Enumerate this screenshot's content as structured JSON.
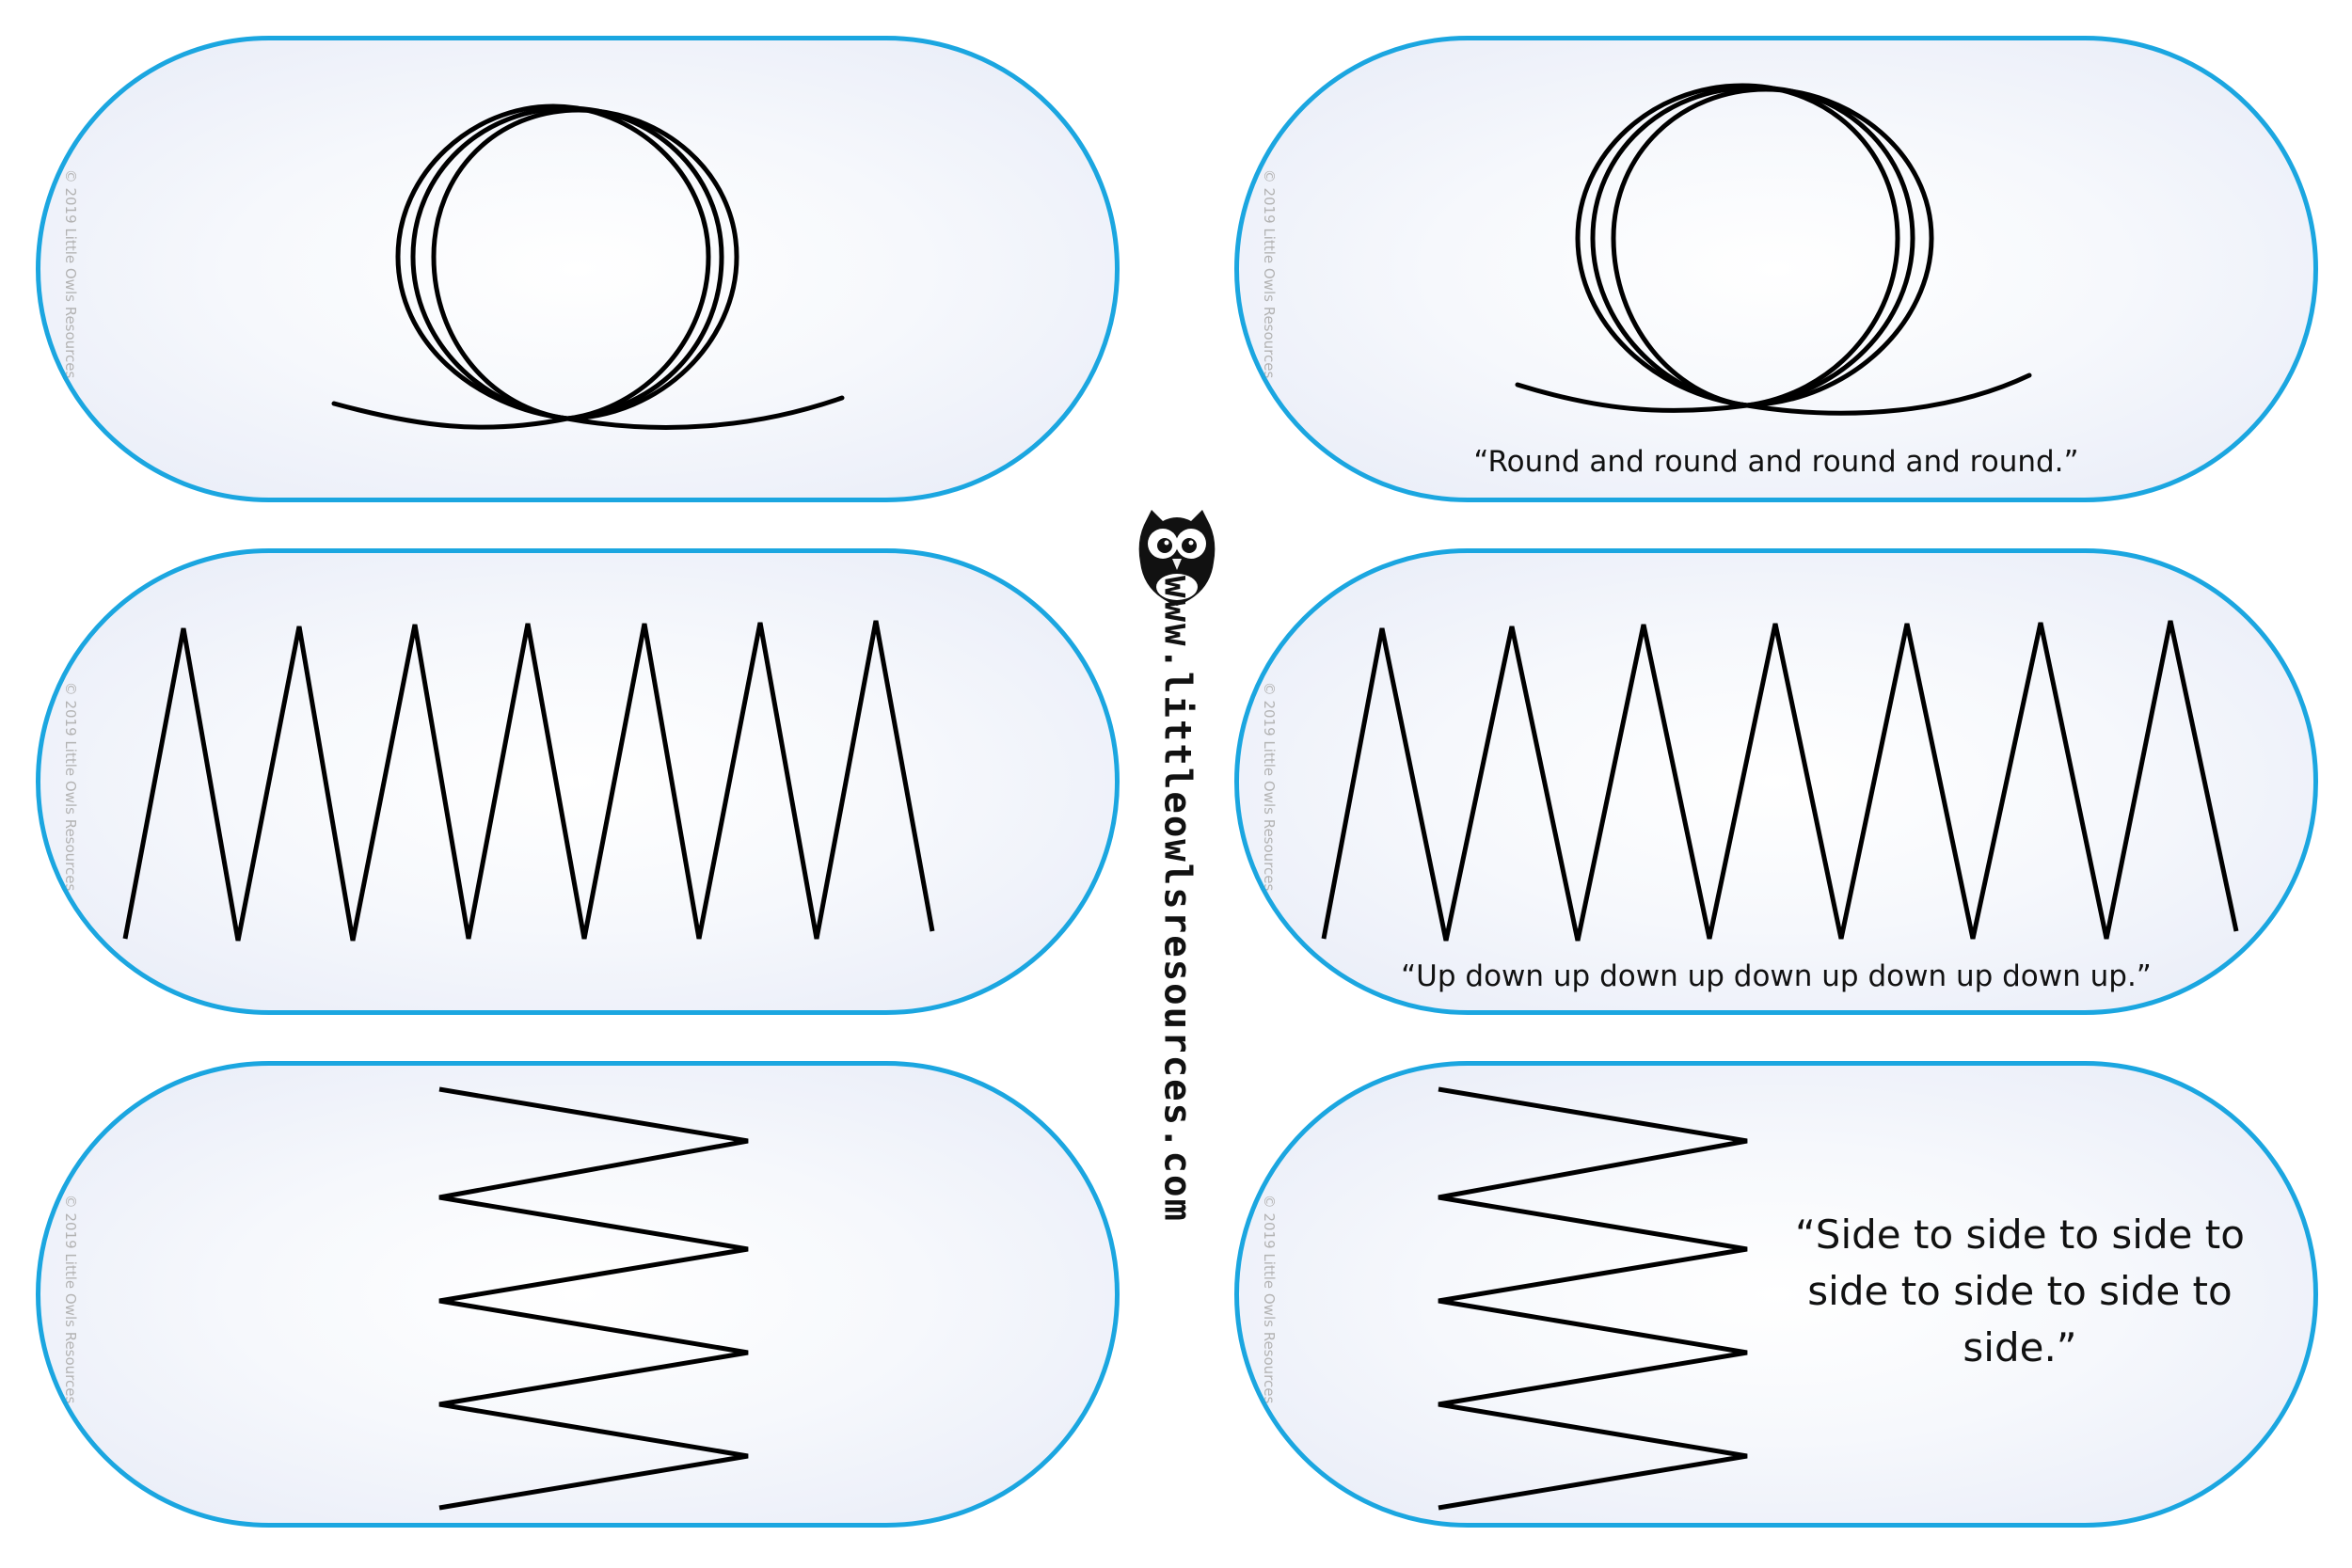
{
  "copyright": "© 2019 Little Owls Resources",
  "website": "www.littleowlsresources.com",
  "logo_icon": "owl-icon",
  "colors": {
    "card_border": "#1ba6e0",
    "stroke": "#000000"
  },
  "cards": [
    {
      "pattern": "loop-loops",
      "caption": ""
    },
    {
      "pattern": "loop-loops",
      "caption": "“Round and round and round and round.”"
    },
    {
      "pattern": "vertical-zigzag",
      "caption": ""
    },
    {
      "pattern": "vertical-zigzag",
      "caption": "“Up down up down up down up down up down up.”"
    },
    {
      "pattern": "horizontal-zigzag",
      "caption": ""
    },
    {
      "pattern": "horizontal-zigzag",
      "caption": "“Side to side to side to side to side to side to side.”"
    }
  ]
}
